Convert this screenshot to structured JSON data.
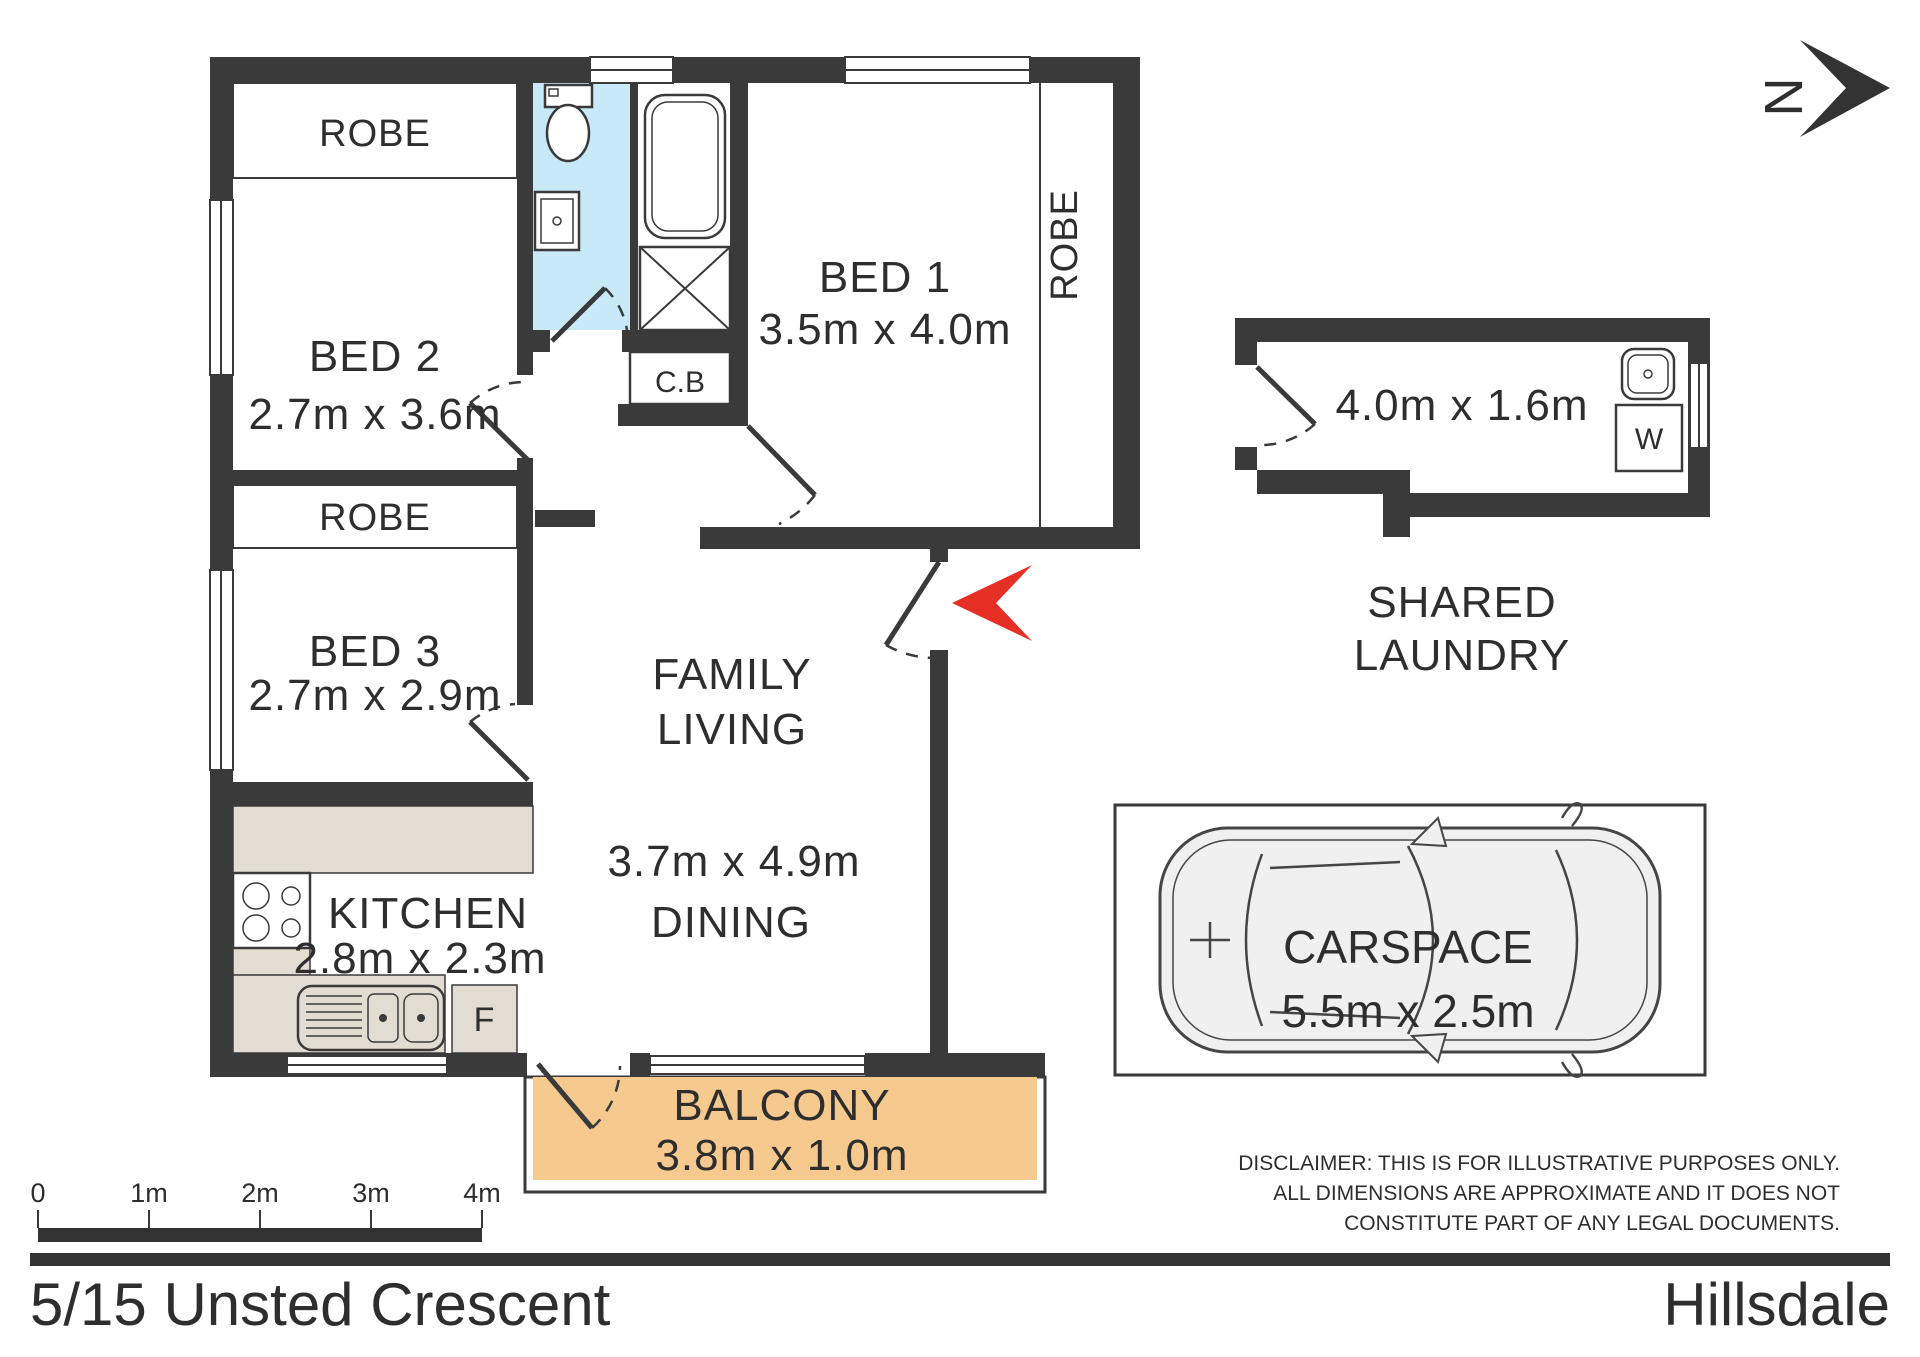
{
  "meta": {
    "address": "5/15 Unsted Crescent",
    "suburb": "Hillsdale"
  },
  "colors": {
    "wall": "#3a3a3a",
    "bathroom_blue": "#c8e9f7",
    "bench_beige": "#e3dcd2",
    "balcony_orange": "#f6c98f",
    "entry_arrow_red": "#e63026",
    "text": "#2e2e2e"
  },
  "north": {
    "label": "N"
  },
  "rooms": {
    "bed1": {
      "name": "BED 1",
      "dims": "3.5m x 4.0m",
      "robe": "ROBE"
    },
    "bed2": {
      "name": "BED 2",
      "dims": "2.7m x 3.6m",
      "robe": "ROBE"
    },
    "bed3": {
      "name": "BED 3",
      "dims": "2.7m x 2.9m",
      "robe": "ROBE"
    },
    "family": {
      "line1": "FAMILY",
      "line2": "LIVING",
      "dims": "3.7m x 4.9m"
    },
    "dining": {
      "name": "DINING"
    },
    "kitchen": {
      "name": "KITCHEN",
      "dims": "2.8m x 2.3m",
      "fridge": "F"
    },
    "balcony": {
      "name": "BALCONY",
      "dims": "3.8m x 1.0m"
    },
    "laundry": {
      "line1": "SHARED",
      "line2": "LAUNDRY",
      "dims": "4.0m x 1.6m",
      "washer": "W"
    },
    "carspace": {
      "name": "CARSPACE",
      "dims": "5.5m x 2.5m"
    },
    "cupboard": {
      "label": "C.B"
    }
  },
  "scale_bar": {
    "labels": [
      "0",
      "1m",
      "2m",
      "3m",
      "4m"
    ]
  },
  "disclaimer": {
    "line1": "DISCLAIMER: THIS IS FOR ILLUSTRATIVE PURPOSES ONLY.",
    "line2": "ALL DIMENSIONS ARE APPROXIMATE AND IT DOES NOT",
    "line3": "CONSTITUTE PART OF ANY LEGAL DOCUMENTS."
  }
}
